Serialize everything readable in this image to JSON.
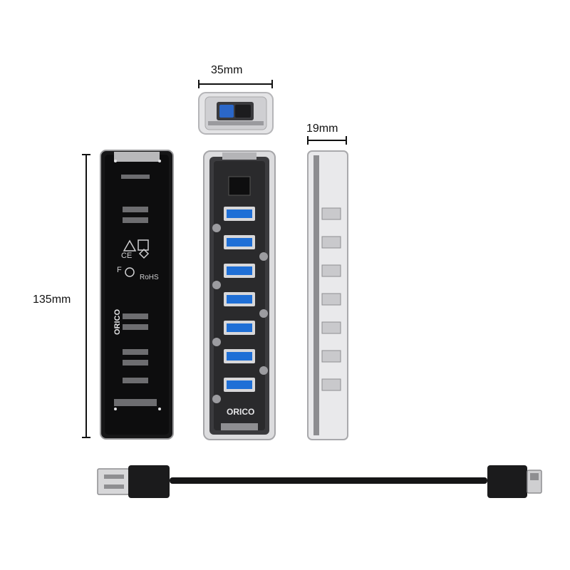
{
  "dimensions": {
    "width_top": "35mm",
    "depth_side": "19mm",
    "height_left": "135mm"
  },
  "brand": {
    "back_logo_text": "ORICO",
    "front_logo_text": "ORICO"
  },
  "front_view": {
    "usb_port_count": 7,
    "port_color": "#1f6fd6"
  },
  "colors": {
    "back_body": "#0f0f10",
    "clear_shell": "#d9d9db",
    "cable": "#151515"
  }
}
